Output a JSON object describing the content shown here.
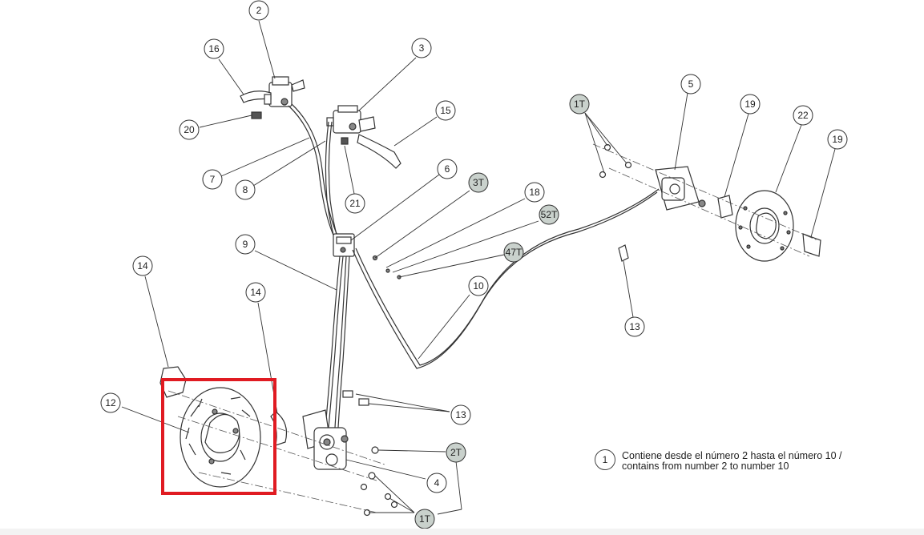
{
  "callouts": [
    {
      "id": "c2",
      "label": "2",
      "shaded": false
    },
    {
      "id": "c3",
      "label": "3",
      "shaded": false
    },
    {
      "id": "c16",
      "label": "16",
      "shaded": false
    },
    {
      "id": "c15",
      "label": "15",
      "shaded": false
    },
    {
      "id": "c20",
      "label": "20",
      "shaded": false
    },
    {
      "id": "c7",
      "label": "7",
      "shaded": false
    },
    {
      "id": "c8",
      "label": "8",
      "shaded": false
    },
    {
      "id": "c21",
      "label": "21",
      "shaded": false
    },
    {
      "id": "c6",
      "label": "6",
      "shaded": false
    },
    {
      "id": "c3t",
      "label": "3T",
      "shaded": true
    },
    {
      "id": "c18",
      "label": "18",
      "shaded": false
    },
    {
      "id": "c52t",
      "label": "52T",
      "shaded": true
    },
    {
      "id": "c47t",
      "label": "47T",
      "shaded": true
    },
    {
      "id": "c9",
      "label": "9",
      "shaded": false
    },
    {
      "id": "c10",
      "label": "10",
      "shaded": false
    },
    {
      "id": "c14a",
      "label": "14",
      "shaded": false
    },
    {
      "id": "c14b",
      "label": "14",
      "shaded": false
    },
    {
      "id": "c12",
      "label": "12",
      "shaded": false
    },
    {
      "id": "c13a",
      "label": "13",
      "shaded": false
    },
    {
      "id": "c2t",
      "label": "2T",
      "shaded": true
    },
    {
      "id": "c4",
      "label": "4",
      "shaded": false
    },
    {
      "id": "c1tb",
      "label": "1T",
      "shaded": true
    },
    {
      "id": "c1ta",
      "label": "1T",
      "shaded": true
    },
    {
      "id": "c5",
      "label": "5",
      "shaded": false
    },
    {
      "id": "c19a",
      "label": "19",
      "shaded": false
    },
    {
      "id": "c22",
      "label": "22",
      "shaded": false
    },
    {
      "id": "c19b",
      "label": "19",
      "shaded": false
    },
    {
      "id": "c13b",
      "label": "13",
      "shaded": false
    }
  ],
  "note": {
    "number": "1",
    "line1": "Contiene desde el número 2 hasta el número 10 /",
    "line2": "contains from number 2 to number 10"
  },
  "colors": {
    "line": "#333333",
    "callout_fill": "#ffffff",
    "callout_shaded_fill": "#c9d1cc",
    "highlight": "#e01b22"
  }
}
